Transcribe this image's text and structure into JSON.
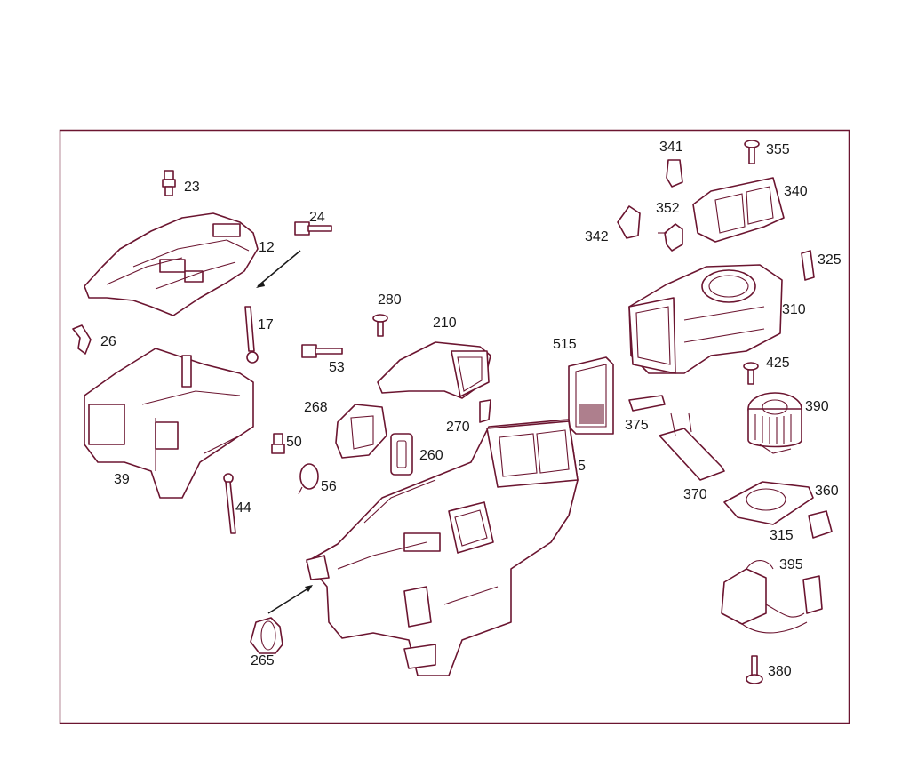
{
  "colors": {
    "line": "#6b1530",
    "text": "#1a1a1a",
    "background": "#ffffff"
  },
  "callouts": {
    "c5": "5",
    "c12": "12",
    "c17": "17",
    "c23": "23",
    "c24": "24",
    "c26": "26",
    "c39": "39",
    "c44": "44",
    "c50": "50",
    "c53": "53",
    "c56": "56",
    "c210": "210",
    "c260": "260",
    "c265": "265",
    "c268": "268",
    "c270": "270",
    "c280": "280",
    "c310": "310",
    "c315": "315",
    "c325": "325",
    "c340": "340",
    "c341": "341",
    "c342": "342",
    "c352": "352",
    "c355": "355",
    "c360": "360",
    "c370": "370",
    "c375": "375",
    "c380": "380",
    "c390": "390",
    "c395": "395",
    "c425": "425",
    "c515": "515"
  }
}
